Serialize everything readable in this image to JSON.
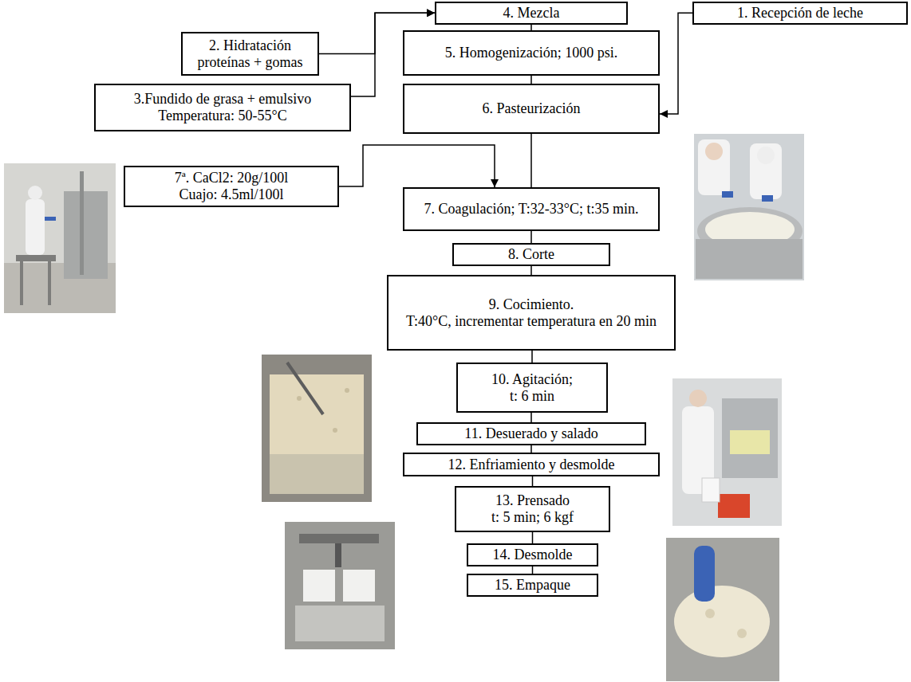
{
  "diagram": {
    "nodes": [
      {
        "text": [
          "4. Mezcla"
        ]
      },
      {
        "text": [
          "1. Recepción de leche"
        ]
      },
      {
        "text": [
          "2. Hidratación proteínas + gomas"
        ]
      },
      {
        "text": [
          "3.Fundido de grasa + emulsivo",
          "Temperatura: 50-55°C"
        ]
      },
      {
        "text": [
          "5. Homogenización; 1000 psi."
        ]
      },
      {
        "text": [
          "6. Pasteurización"
        ]
      },
      {
        "text": [
          "7ª. CaCl2: 20g/100l",
          "Cuajo: 4.5ml/100l"
        ]
      },
      {
        "text": [
          "7. Coagulación; T:32-33°C; t:35 min."
        ]
      },
      {
        "text": [
          "8. Corte"
        ]
      },
      {
        "text": [
          "9. Cocimiento.",
          "T:40°C, incrementar temperatura en 20 min"
        ]
      },
      {
        "text": [
          "10. Agitación;",
          "t: 6 min"
        ]
      },
      {
        "text": [
          "11. Desuerado y salado"
        ]
      },
      {
        "text": [
          "12. Enfriamiento y desmolde"
        ]
      },
      {
        "text": [
          "13. Prensado",
          "t: 5 min; 6 kgf"
        ]
      },
      {
        "text": [
          "14. Desmolde"
        ]
      },
      {
        "text": [
          "15. Empaque"
        ]
      }
    ],
    "edges": [
      {
        "from": 2,
        "to": 0,
        "arrow": "to"
      },
      {
        "from": 3,
        "to": 0,
        "arrow": "to"
      },
      {
        "from": 1,
        "to": 5,
        "arrow": "to"
      },
      {
        "from": 0,
        "to": 4,
        "arrow": "none"
      },
      {
        "from": 4,
        "to": 5,
        "arrow": "none"
      },
      {
        "from": 5,
        "to": 7,
        "arrow": "none"
      },
      {
        "from": 6,
        "to": 7,
        "arrow": "to"
      },
      {
        "from": 7,
        "to": 8,
        "arrow": "none"
      },
      {
        "from": 8,
        "to": 9,
        "arrow": "none"
      },
      {
        "from": 9,
        "to": 10,
        "arrow": "none"
      },
      {
        "from": 10,
        "to": 11,
        "arrow": "none"
      },
      {
        "from": 11,
        "to": 12,
        "arrow": "none"
      },
      {
        "from": 12,
        "to": 13,
        "arrow": "none"
      },
      {
        "from": 13,
        "to": 14,
        "arrow": "none"
      },
      {
        "from": 14,
        "to": 15,
        "arrow": "none"
      }
    ]
  }
}
